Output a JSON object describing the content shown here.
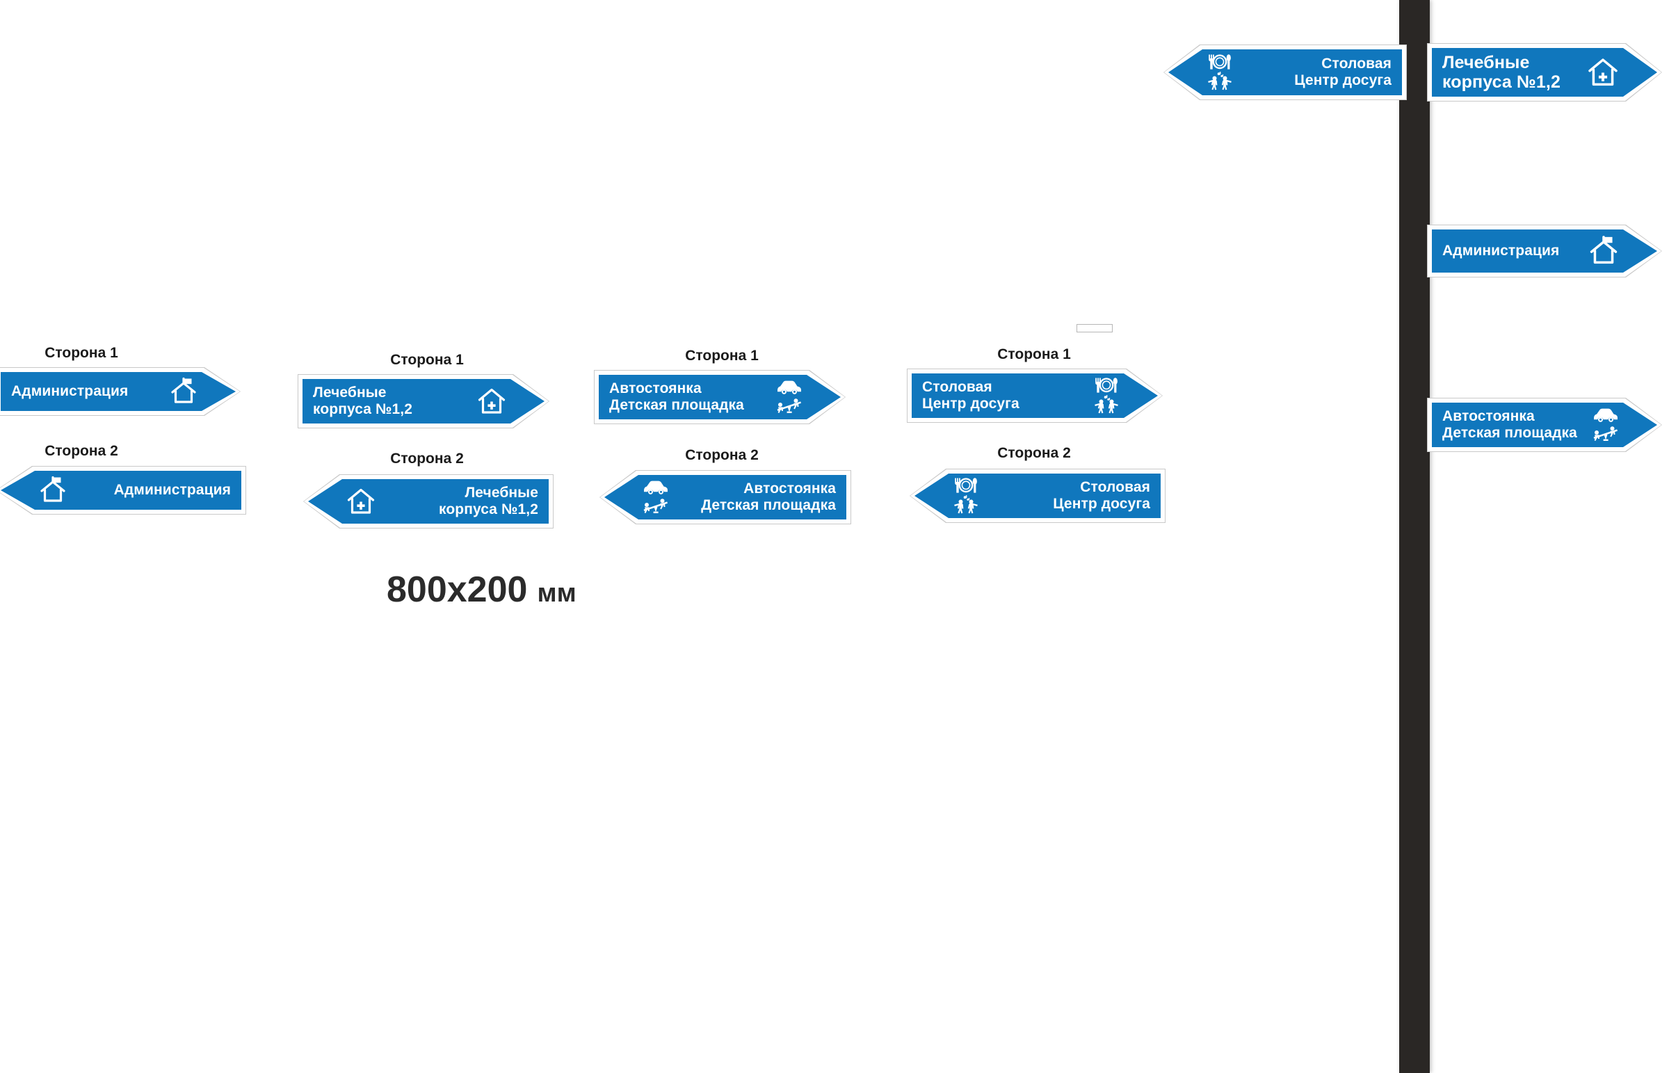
{
  "captions": {
    "side1": "Сторона 1",
    "side2": "Сторона 2"
  },
  "dimension": {
    "size": "800x200",
    "unit": "мм"
  },
  "colors": {
    "sign_blue": "#1077bd",
    "sign_border": "#c9c9c9",
    "pole": "#2a2725",
    "text": "#ffffff",
    "caption": "#1b1b1b"
  },
  "signs": {
    "administration": {
      "line1": "Администрация",
      "icon": "house-flag-icon"
    },
    "medical": {
      "line1": "Лечебные",
      "line2": "корпуса №1,2",
      "icon": "hospital-house-icon"
    },
    "parking": {
      "line1": "Автостоянка",
      "line2": "Детская площадка",
      "icon1": "car-icon",
      "icon2": "seesaw-playground-icon"
    },
    "canteen": {
      "line1": "Столовая",
      "line2": "Центр досуга",
      "icon1": "plate-fork-spoon-icon",
      "icon2": "dancing-people-icon"
    }
  },
  "groups": [
    {
      "id": "group-administration",
      "side1": "Сторона 1",
      "side2": "Сторона 2"
    },
    {
      "id": "group-medical",
      "side1": "Сторона 1",
      "side2": "Сторона 2"
    },
    {
      "id": "group-parking",
      "side1": "Сторона 1",
      "side2": "Сторона 2"
    },
    {
      "id": "group-canteen",
      "side1": "Сторона 1",
      "side2": "Сторона 2"
    }
  ],
  "mockup": {
    "pole_label": "sign-pole",
    "signs": [
      {
        "name": "mockup-sign-canteen",
        "direction": "left",
        "line1": "Столовая",
        "line2": "Центр досуга"
      },
      {
        "name": "mockup-sign-medical",
        "direction": "right",
        "line1": "Лечебные",
        "line2": "корпуса №1,2"
      },
      {
        "name": "mockup-sign-administration",
        "direction": "right",
        "line1": "Администрация"
      },
      {
        "name": "mockup-sign-parking",
        "direction": "right",
        "line1": "Автостоянка",
        "line2": "Детская площадка"
      }
    ]
  }
}
